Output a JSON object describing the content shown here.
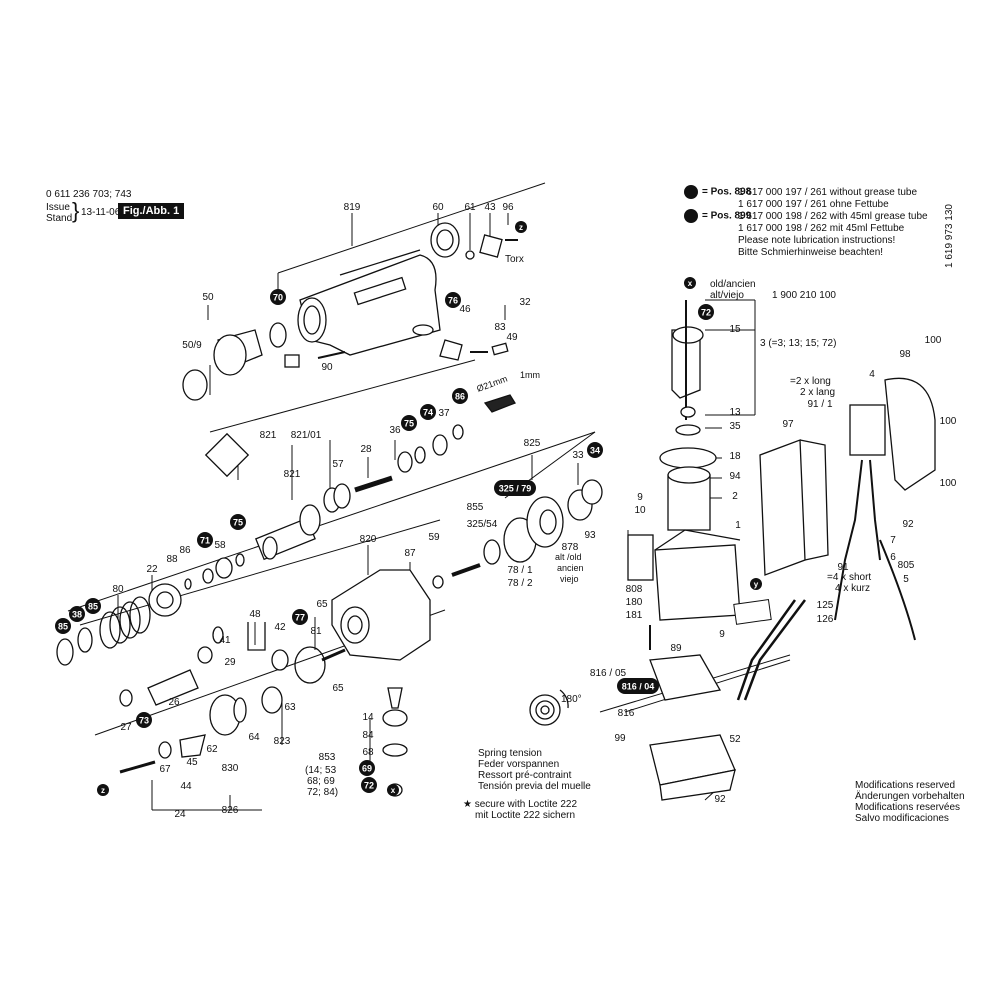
{
  "header": {
    "model": "0 611 236 703; 743",
    "issue_label": "Issue",
    "stand_label": "Stand",
    "date": "13-11-06",
    "figure": "Fig./Abb. 1",
    "doc_number": "1 619 973 130"
  },
  "notes": {
    "pos898": "= Pos. 898",
    "pos898_line1": "1 617 000 197 / 261 without grease tube",
    "pos898_line2": "1 617 000 197 / 261 ohne Fettube",
    "pos899": "= Pos. 899",
    "pos899_line1": "1 617 000 198 / 262 with 45ml grease tube",
    "pos899_line2": "1 617 000 198 / 262 mit 45ml Fettube",
    "lube_en": "Please note lubrication instructions!",
    "lube_de": "Bitte Schmierhinweise beachten!"
  },
  "footer": {
    "spring": [
      "Spring tension",
      "Feder vorspannen",
      "Ressort pré-contraint",
      "Tensión previa del muelle"
    ],
    "loctite": [
      "★ secure with Loctite 222",
      "mit Loctite 222 sichern"
    ],
    "modifications": [
      "Modifications reserved",
      "Änderungen vorbehalten",
      "Modifications reservées",
      "Salvo modificaciones"
    ]
  },
  "annotations": {
    "torx": "Torx",
    "dia21": "Ø21mm",
    "mm1": "1mm",
    "old_ancien": "old/ancien",
    "alt_viejo": "alt/viejo",
    "armature_no": "1 900 210 100",
    "set3": "3 (=3; 13; 15; 72)",
    "two_long": "=2 x long",
    "two_lang": "2 x lang",
    "four_short": "=4 x short",
    "four_kurz": "4 x kurz",
    "alt_old": "alt /old",
    "ancien": "ancien",
    "viejo": "viejo",
    "deg180": "180°",
    "set853": "(14; 53",
    "set853b": "68; 69",
    "set853c": "72; 84)"
  },
  "labels": [
    {
      "id": "819",
      "text": "819"
    },
    {
      "id": "60",
      "text": "60"
    },
    {
      "id": "61",
      "text": "61"
    },
    {
      "id": "43",
      "text": "43"
    },
    {
      "id": "96",
      "text": "96"
    },
    {
      "id": "50",
      "text": "50"
    },
    {
      "id": "50/9",
      "text": "50/9"
    },
    {
      "id": "90",
      "text": "90"
    },
    {
      "id": "46",
      "text": "46"
    },
    {
      "id": "32",
      "text": "32"
    },
    {
      "id": "83",
      "text": "83"
    },
    {
      "id": "49",
      "text": "49"
    },
    {
      "id": "821",
      "text": "821"
    },
    {
      "id": "821/01",
      "text": "821/01"
    },
    {
      "id": "28",
      "text": "28"
    },
    {
      "id": "36",
      "text": "36"
    },
    {
      "id": "37",
      "text": "37"
    },
    {
      "id": "57",
      "text": "57"
    },
    {
      "id": "821b",
      "text": "821"
    },
    {
      "id": "58",
      "text": "58"
    },
    {
      "id": "825",
      "text": "825"
    },
    {
      "id": "33",
      "text": "33"
    },
    {
      "id": "855",
      "text": "855"
    },
    {
      "id": "325/54",
      "text": "325/54"
    },
    {
      "id": "878",
      "text": "878"
    },
    {
      "id": "93",
      "text": "93"
    },
    {
      "id": "78/1",
      "text": "78 / 1"
    },
    {
      "id": "78/2",
      "text": "78 / 2"
    },
    {
      "id": "820",
      "text": "820"
    },
    {
      "id": "87",
      "text": "87"
    },
    {
      "id": "59",
      "text": "59"
    },
    {
      "id": "22",
      "text": "22"
    },
    {
      "id": "88",
      "text": "88"
    },
    {
      "id": "86",
      "text": "86"
    },
    {
      "id": "80",
      "text": "80"
    },
    {
      "id": "48",
      "text": "48"
    },
    {
      "id": "65a",
      "text": "65"
    },
    {
      "id": "81",
      "text": "81"
    },
    {
      "id": "65b",
      "text": "65"
    },
    {
      "id": "41",
      "text": "41"
    },
    {
      "id": "42",
      "text": "42"
    },
    {
      "id": "29",
      "text": "29"
    },
    {
      "id": "26",
      "text": "26"
    },
    {
      "id": "27",
      "text": "27"
    },
    {
      "id": "62",
      "text": "62"
    },
    {
      "id": "64",
      "text": "64"
    },
    {
      "id": "63",
      "text": "63"
    },
    {
      "id": "823",
      "text": "823"
    },
    {
      "id": "830",
      "text": "830"
    },
    {
      "id": "45",
      "text": "45"
    },
    {
      "id": "67",
      "text": "67"
    },
    {
      "id": "44",
      "text": "44"
    },
    {
      "id": "24",
      "text": "24"
    },
    {
      "id": "826",
      "text": "826"
    },
    {
      "id": "14",
      "text": "14"
    },
    {
      "id": "84",
      "text": "84"
    },
    {
      "id": "68",
      "text": "68"
    },
    {
      "id": "853",
      "text": "853"
    },
    {
      "id": "15",
      "text": "15"
    },
    {
      "id": "13",
      "text": "13"
    },
    {
      "id": "35",
      "text": "35"
    },
    {
      "id": "18",
      "text": "18"
    },
    {
      "id": "94",
      "text": "94"
    },
    {
      "id": "2",
      "text": "2"
    },
    {
      "id": "9a",
      "text": "9"
    },
    {
      "id": "10",
      "text": "10"
    },
    {
      "id": "1",
      "text": "1"
    },
    {
      "id": "808",
      "text": "808"
    },
    {
      "id": "180",
      "text": "180"
    },
    {
      "id": "181",
      "text": "181"
    },
    {
      "id": "89",
      "text": "89"
    },
    {
      "id": "9b",
      "text": "9"
    },
    {
      "id": "816/05",
      "text": "816 / 05"
    },
    {
      "id": "816",
      "text": "816"
    },
    {
      "id": "99",
      "text": "99"
    },
    {
      "id": "52",
      "text": "52"
    },
    {
      "id": "92a",
      "text": "92"
    },
    {
      "id": "100a",
      "text": "100"
    },
    {
      "id": "98",
      "text": "98"
    },
    {
      "id": "4",
      "text": "4"
    },
    {
      "id": "91/1",
      "text": "91 / 1"
    },
    {
      "id": "97",
      "text": "97"
    },
    {
      "id": "100b",
      "text": "100"
    },
    {
      "id": "100c",
      "text": "100"
    },
    {
      "id": "92b",
      "text": "92"
    },
    {
      "id": "7",
      "text": "7"
    },
    {
      "id": "6",
      "text": "6"
    },
    {
      "id": "91",
      "text": "91"
    },
    {
      "id": "805",
      "text": "805"
    },
    {
      "id": "5",
      "text": "5"
    },
    {
      "id": "125",
      "text": "125"
    },
    {
      "id": "126",
      "text": "126"
    }
  ],
  "badges": [
    {
      "id": "b70",
      "text": "70"
    },
    {
      "id": "b76",
      "text": "76"
    },
    {
      "id": "b86",
      "text": "86"
    },
    {
      "id": "b74",
      "text": "74"
    },
    {
      "id": "b75a",
      "text": "75"
    },
    {
      "id": "b75b",
      "text": "75"
    },
    {
      "id": "b71",
      "text": "71"
    },
    {
      "id": "b34",
      "text": "34"
    },
    {
      "id": "b325",
      "text": "325 / 79"
    },
    {
      "id": "b85a",
      "text": "85"
    },
    {
      "id": "b85b",
      "text": "85"
    },
    {
      "id": "b38",
      "text": "38"
    },
    {
      "id": "b77",
      "text": "77"
    },
    {
      "id": "b73",
      "text": "73"
    },
    {
      "id": "b72a",
      "text": "72"
    },
    {
      "id": "b69",
      "text": "69"
    },
    {
      "id": "b72b",
      "text": "72"
    },
    {
      "id": "b816",
      "text": "816 / 04"
    }
  ],
  "letter_markers": [
    {
      "id": "z1",
      "text": "z"
    },
    {
      "id": "z2",
      "text": "z"
    },
    {
      "id": "x1",
      "text": "x"
    },
    {
      "id": "x2",
      "text": "x"
    },
    {
      "id": "y1",
      "text": "y"
    }
  ]
}
